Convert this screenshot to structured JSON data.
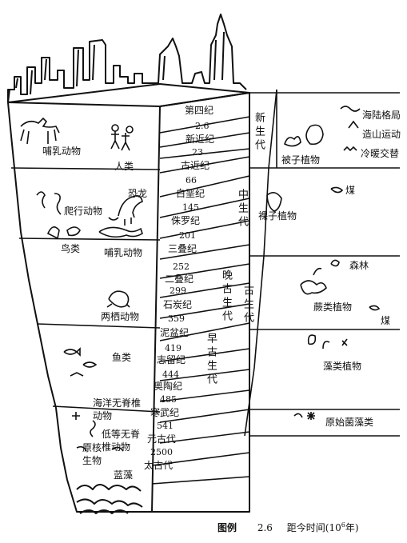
{
  "eras": {
    "cenozoic": "新生代",
    "mesozoic": "中生代",
    "late_paleozoic": "晚古生代",
    "paleozoic": "古生代",
    "early_paleozoic": "早古生代"
  },
  "periods": [
    {
      "name": "第四纪",
      "boundary": "2.6"
    },
    {
      "name": "新近纪",
      "boundary": "23"
    },
    {
      "name": "古近纪",
      "boundary": "66"
    },
    {
      "name": "白垩纪",
      "boundary": "145"
    },
    {
      "name": "侏罗纪",
      "boundary": "201"
    },
    {
      "name": "三叠纪",
      "boundary": "252"
    },
    {
      "name": "二叠纪",
      "boundary": "299"
    },
    {
      "name": "石炭纪",
      "boundary": "359"
    },
    {
      "name": "泥盆纪",
      "boundary": "419"
    },
    {
      "name": "志留纪",
      "boundary": "444"
    },
    {
      "name": "奥陶纪",
      "boundary": "485"
    },
    {
      "name": "寒武纪",
      "boundary": "541"
    },
    {
      "name": "元古代",
      "boundary": "2500"
    },
    {
      "name": "太古代",
      "boundary": ""
    }
  ],
  "animals": {
    "mammals_top": "哺乳动物",
    "humans": "人类",
    "reptiles": "爬行动物",
    "dinosaur": "恐龙",
    "birds": "鸟类",
    "mammals_meso": "哺乳动物",
    "amphibians": "两栖动物",
    "fish": "鱼类",
    "marine_invertebrates": "海洋无脊椎动物",
    "lower_invertebrates": "低等无脊椎动物",
    "prokaryotes": "原核生物",
    "cyanobacteria": "蓝藻"
  },
  "right_labels": {
    "land_sea": "海陆格局",
    "orogeny": "造山运动",
    "climate": "冷暖交替",
    "angiosperms": "被子植物",
    "coal_meso": "煤",
    "gymnosperms": "裸子植物",
    "forest": "森林",
    "ferns": "蕨类植物",
    "coal_paleo": "煤",
    "algae": "藻类植物",
    "primitive_algae": "原始菌藻类"
  },
  "caption": {
    "label": "图例",
    "number": "2.6",
    "axis_text": "距今时间(10",
    "exponent": "6",
    "unit_tail": "年)"
  }
}
